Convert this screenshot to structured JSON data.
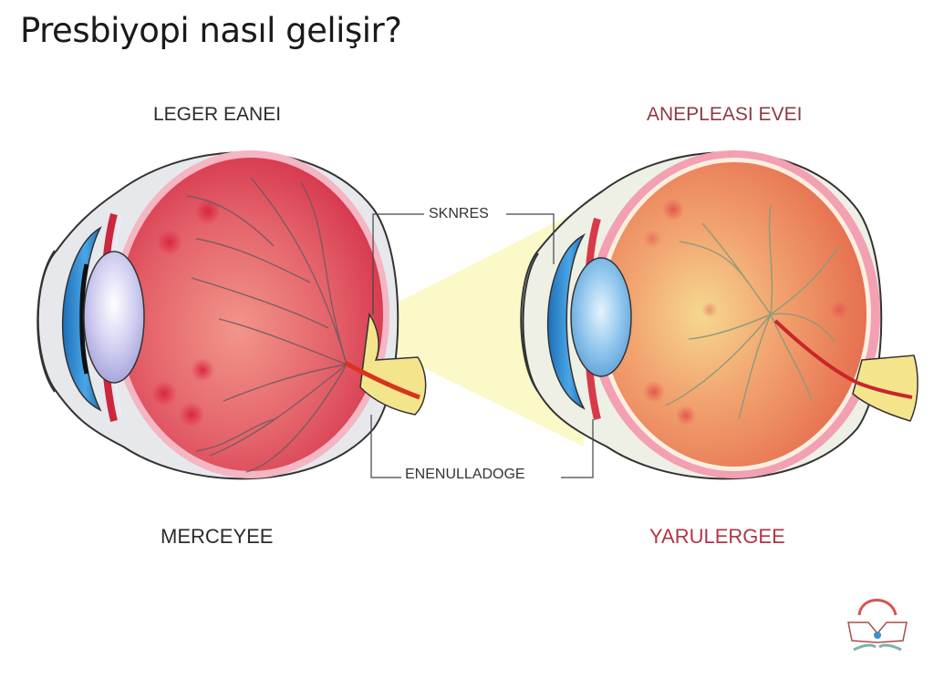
{
  "title": "Presbiyopi nasıl gelişir?",
  "left_eye": {
    "top_label": "LEGER EANEI",
    "bottom_label": "MERCEYEE",
    "colors": {
      "globe": "#dc4a57",
      "lens": "#c9c8ef",
      "iris": "#2f8fd8",
      "nerve": "#f3e08a"
    }
  },
  "right_eye": {
    "top_label": "ANEPLEASI EVEI",
    "bottom_label": "YARULERGEE",
    "colors": {
      "globe": "#ef8a5a",
      "lens": "#8cc3ec",
      "iris": "#2f8fd8",
      "nerve": "#f3e08a"
    }
  },
  "callouts": {
    "top": "SKNRES",
    "bottom": "ENENULLADOGE"
  },
  "light_beam": {
    "color": "#fbf7b8"
  },
  "logo": {
    "name": "eye-clinic-logo"
  }
}
